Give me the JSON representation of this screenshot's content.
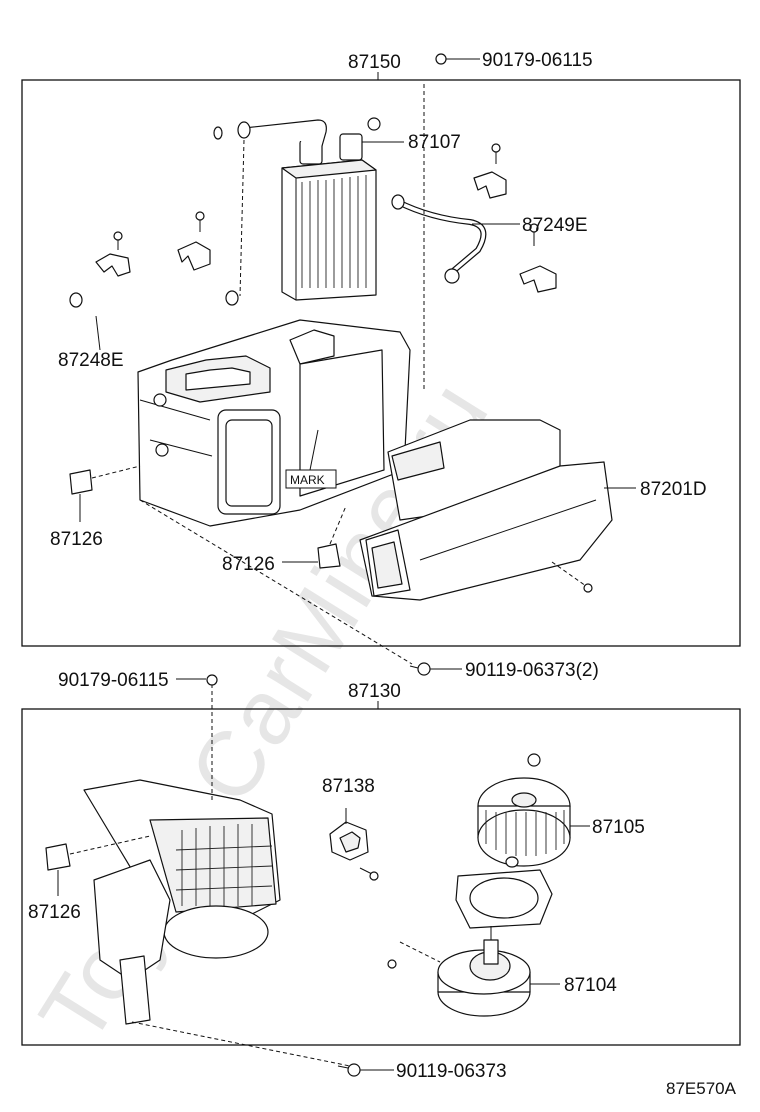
{
  "watermark": "ToyotaCarMine.ru",
  "diagram_code": "87E570A",
  "mark_text": "MARK",
  "callouts": {
    "main_top": "87150",
    "nut_top": "90179-06115",
    "heater_core": "87107",
    "hose_right": "87249E",
    "hose_left": "87248E",
    "duct": "87201D",
    "clip_left": "87126",
    "clip_mid": "87126",
    "screw_mid": "90119-06373(2)",
    "nut_bottom": "90179-06115",
    "main_bottom": "87130",
    "resistor": "87138",
    "fan": "87105",
    "clip_bottom": "87126",
    "motor": "87104",
    "screw_bottom": "90119-06373"
  }
}
